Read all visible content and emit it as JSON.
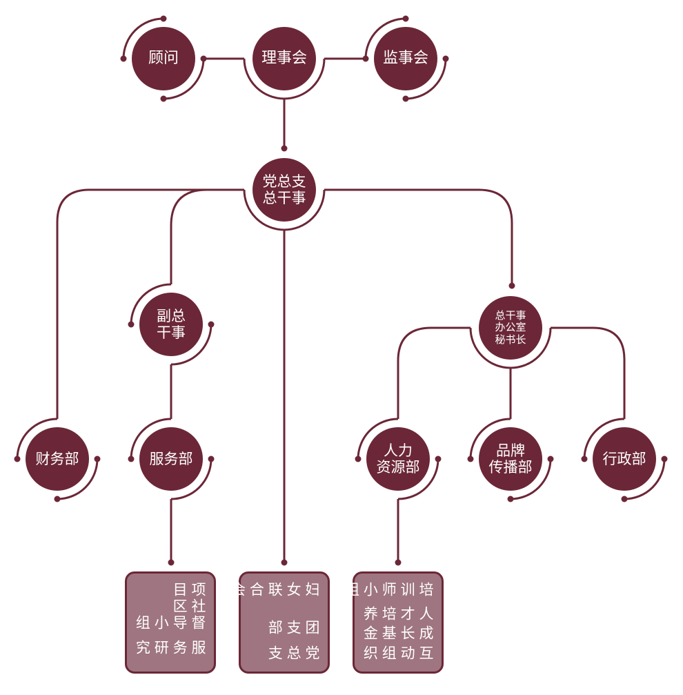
{
  "colors": {
    "primary": "#6b2737",
    "box_fill": "#9e7580"
  },
  "nodes": {
    "advisor": "顾问",
    "board": "理事会",
    "supervisors": "监事会",
    "party_gm": "党总支\n总干事",
    "deputy_gm": "副总\n干事",
    "gm_office": "总干事\n办公室\n秘书长",
    "finance": "财务部",
    "service": "服务部",
    "hr": "人力\n资源部",
    "brand": "品牌\n传播部",
    "admin": "行政部"
  },
  "boxes": {
    "service_units": [
      "项目",
      "社区",
      "督导小组",
      "服务研究"
    ],
    "party_units": [
      "妇女联合会",
      "团支部",
      "党总支"
    ],
    "hr_units": [
      "培训师小组",
      "人才培养",
      "成长基金",
      "互动组织"
    ]
  }
}
